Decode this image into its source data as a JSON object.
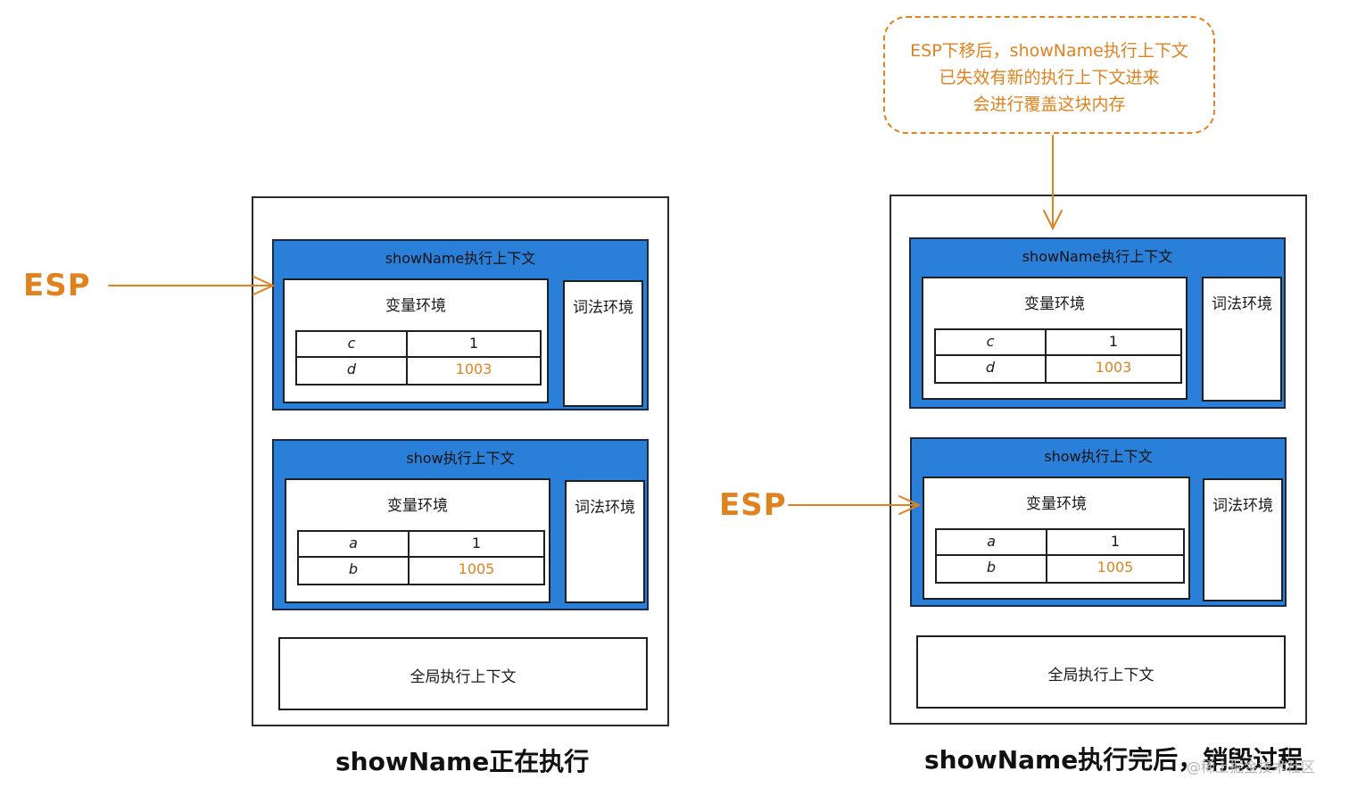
{
  "left": {
    "context_top": {
      "title": "showName执行上下文",
      "var_env": "变量环境",
      "lex_env": "词法环境",
      "rows": [
        {
          "k": "c",
          "v": "1"
        },
        {
          "k": "d",
          "v": "1003"
        }
      ]
    },
    "context_bottom": {
      "title": "show执行上下文",
      "var_env": "变量环境",
      "lex_env": "词法环境",
      "rows": [
        {
          "k": "a",
          "v": "1"
        },
        {
          "k": "b",
          "v": "1005"
        }
      ]
    },
    "global": "全局执行上下文",
    "esp": "ESP",
    "caption": "showName正在执行"
  },
  "right": {
    "context_top": {
      "title": "showName执行上下文",
      "var_env": "变量环境",
      "lex_env": "词法环境",
      "rows": [
        {
          "k": "c",
          "v": "1"
        },
        {
          "k": "d",
          "v": "1003"
        }
      ]
    },
    "context_bottom": {
      "title": "show执行上下文",
      "var_env": "变量环境",
      "lex_env": "词法环境",
      "rows": [
        {
          "k": "a",
          "v": "1"
        },
        {
          "k": "b",
          "v": "1005"
        }
      ]
    },
    "global": "全局执行上下文",
    "esp": "ESP",
    "caption": "showName执行完后，销毁过程"
  },
  "note": {
    "lines": [
      "ESP下移后，showName执行上下文",
      "已失效有新的执行上下文进来",
      "会进行覆盖这块内存"
    ]
  },
  "watermark": "@稀土掘金技术社区",
  "colors": {
    "accent": "#e0821e",
    "context_blue": "#2a7fd8"
  }
}
